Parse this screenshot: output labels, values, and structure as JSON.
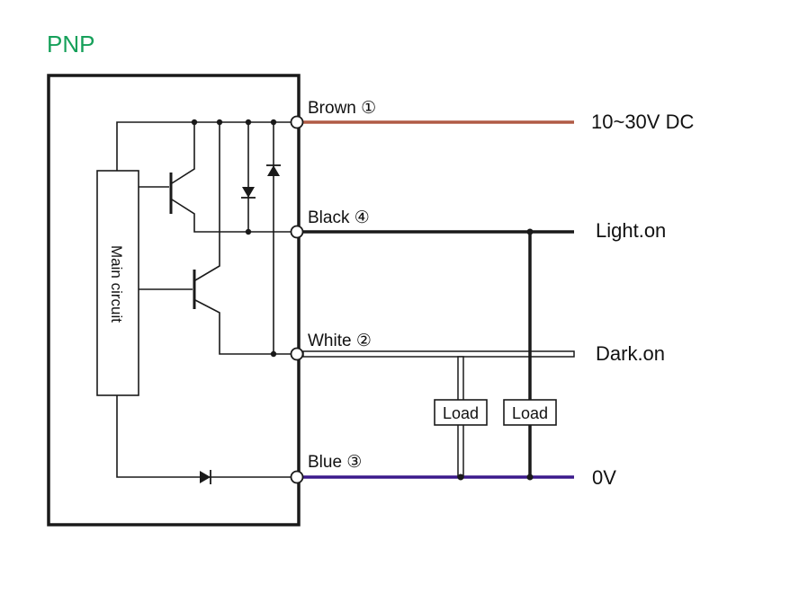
{
  "title": "PNP",
  "colors": {
    "title": "#16a05a",
    "brown": "#b05a45",
    "black": "#1a1a1a",
    "white_wire_outline": "#1a1a1a",
    "blue": "#3b1a8c"
  },
  "wires": [
    {
      "label": "Brown ①",
      "output": "10~30V DC"
    },
    {
      "label": "Black ④",
      "output": "Light.on"
    },
    {
      "label": "White ②",
      "output": "Dark.on"
    },
    {
      "label": "Blue ③",
      "output": "0V"
    }
  ],
  "main_circuit": "Main circuit",
  "loads": [
    "Load",
    "Load"
  ]
}
